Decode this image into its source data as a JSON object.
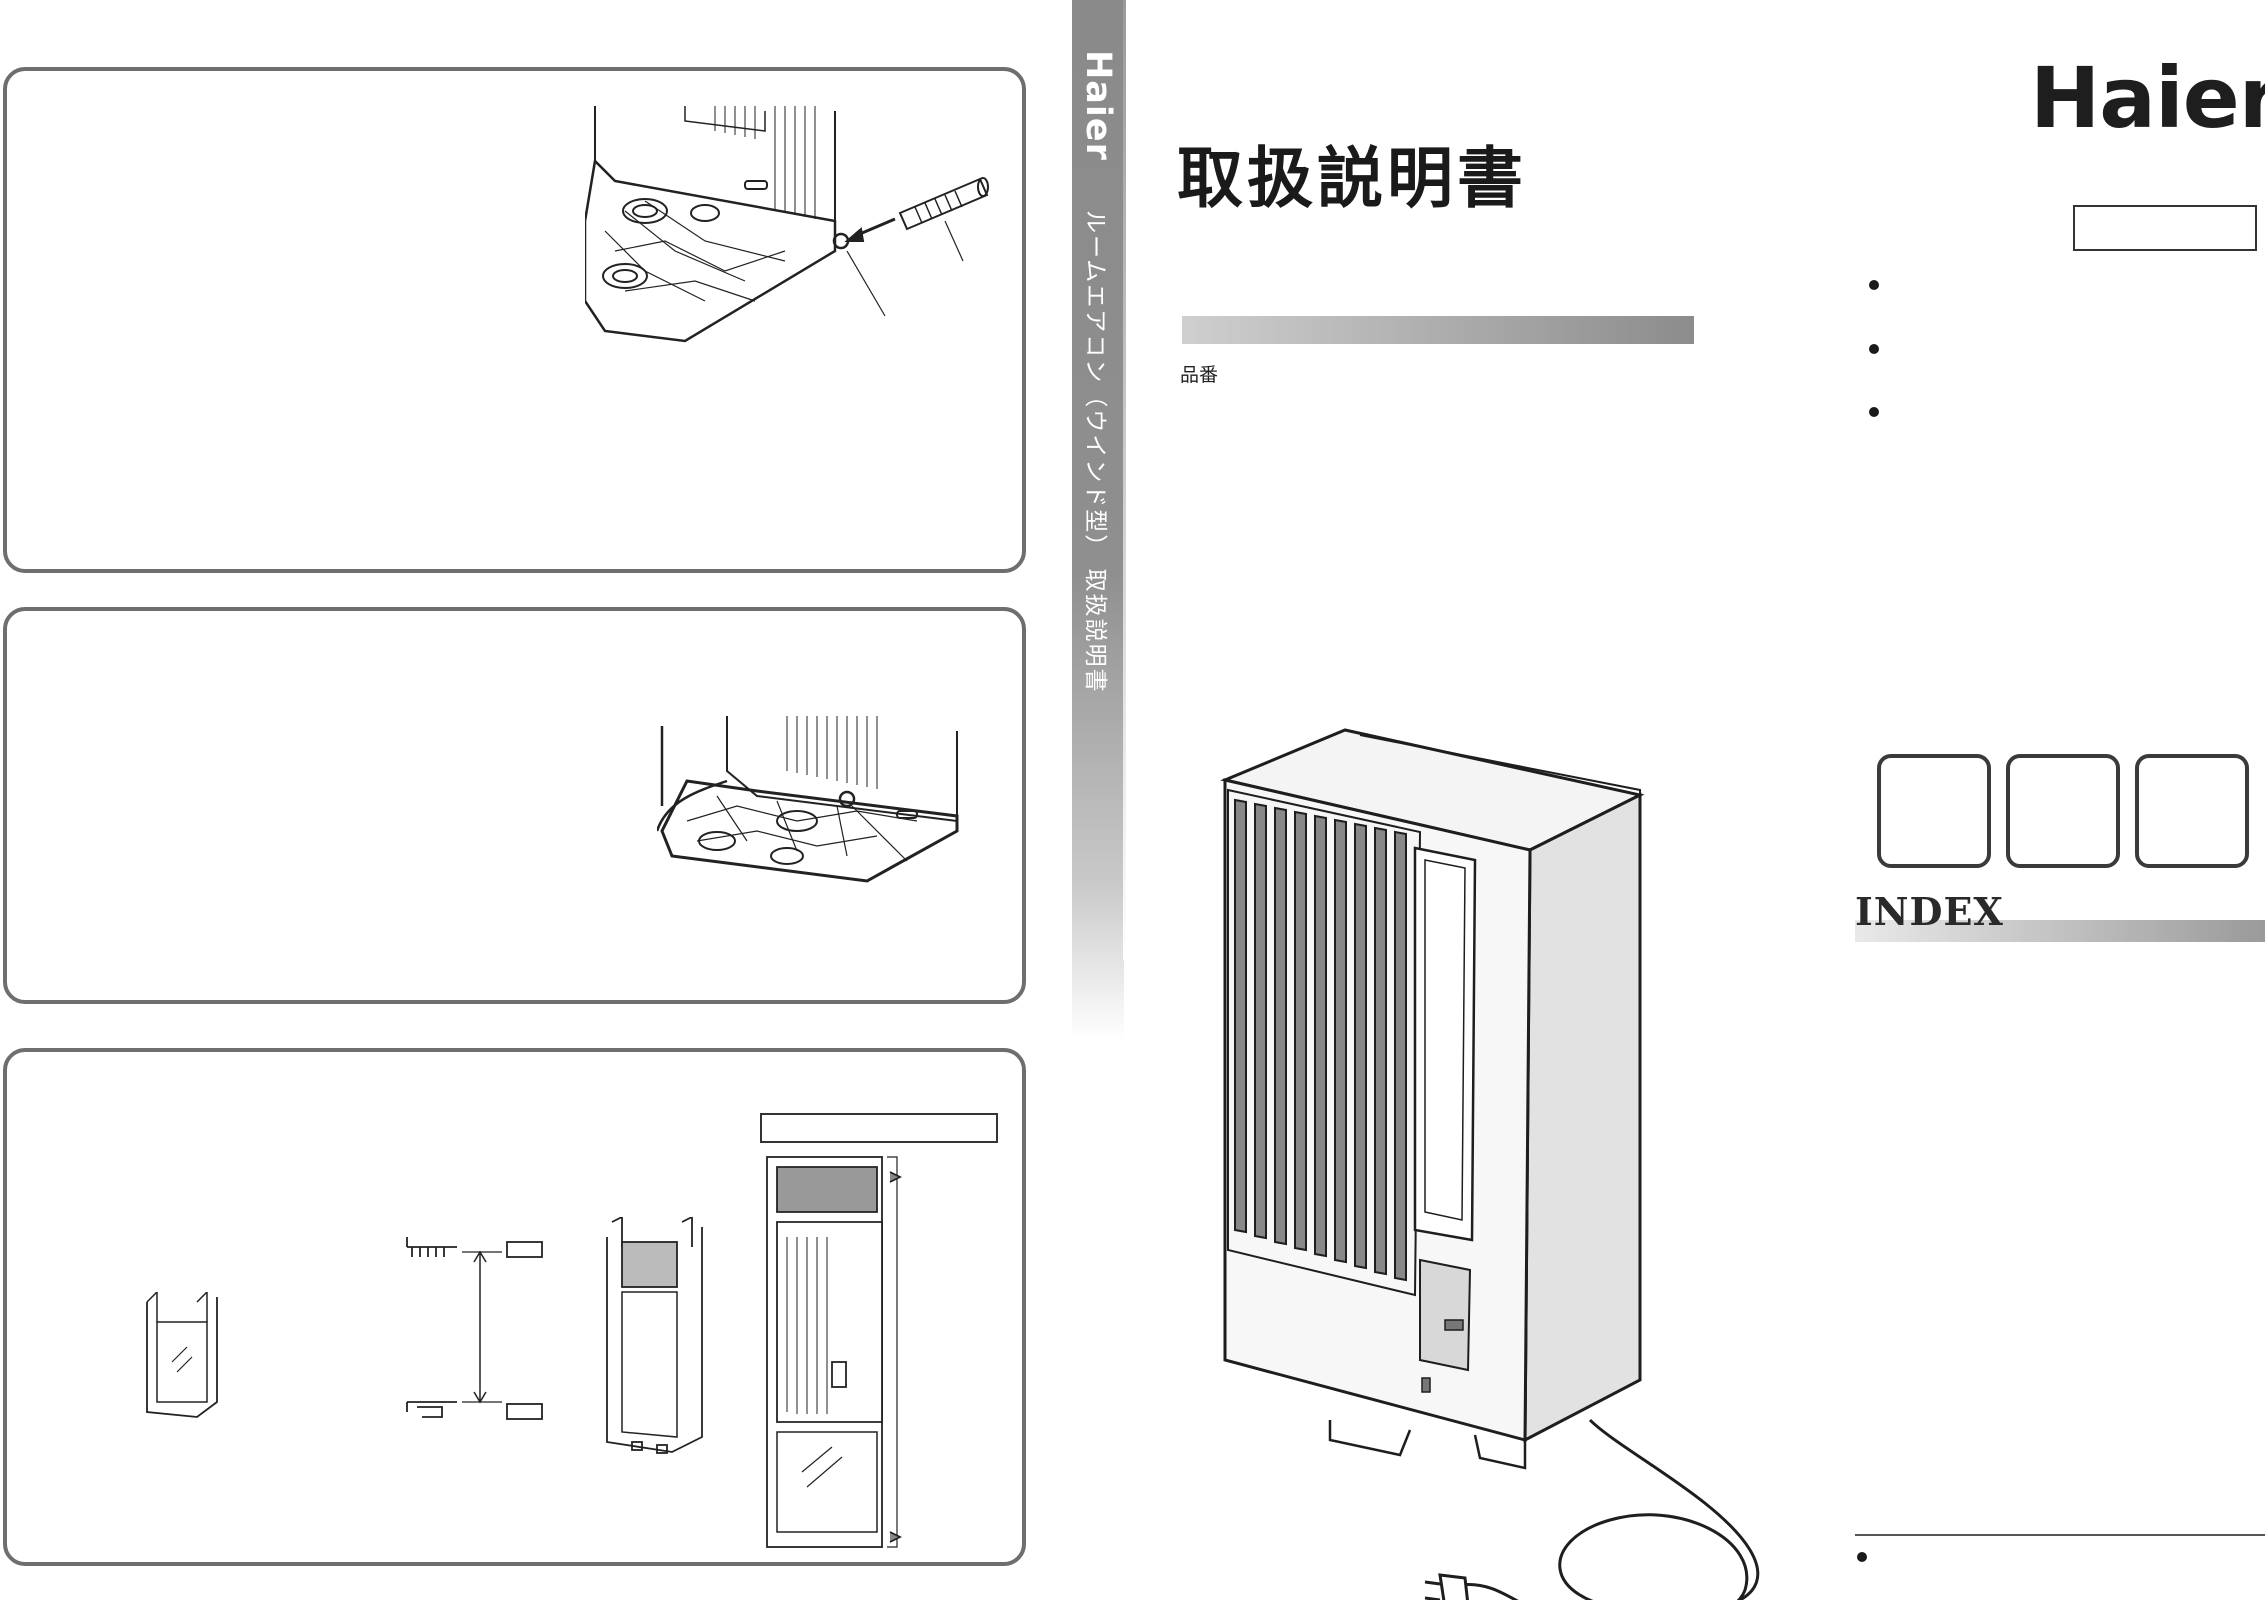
{
  "brand": "Haier",
  "spine": {
    "brand": "Haier",
    "title": "ルームエアコン（ウインド型） 取扱説明書"
  },
  "cover": {
    "title": "取扱説明書",
    "model_label": "品番",
    "model_value": ""
  },
  "index": {
    "heading": "INDEX"
  },
  "icons": {
    "logo": "haier-logo",
    "product": "window-air-conditioner-illustration"
  },
  "colors": {
    "panel_border": "#6e6e6e",
    "spine": "#8f8f8f",
    "text": "#1a1a1a"
  }
}
